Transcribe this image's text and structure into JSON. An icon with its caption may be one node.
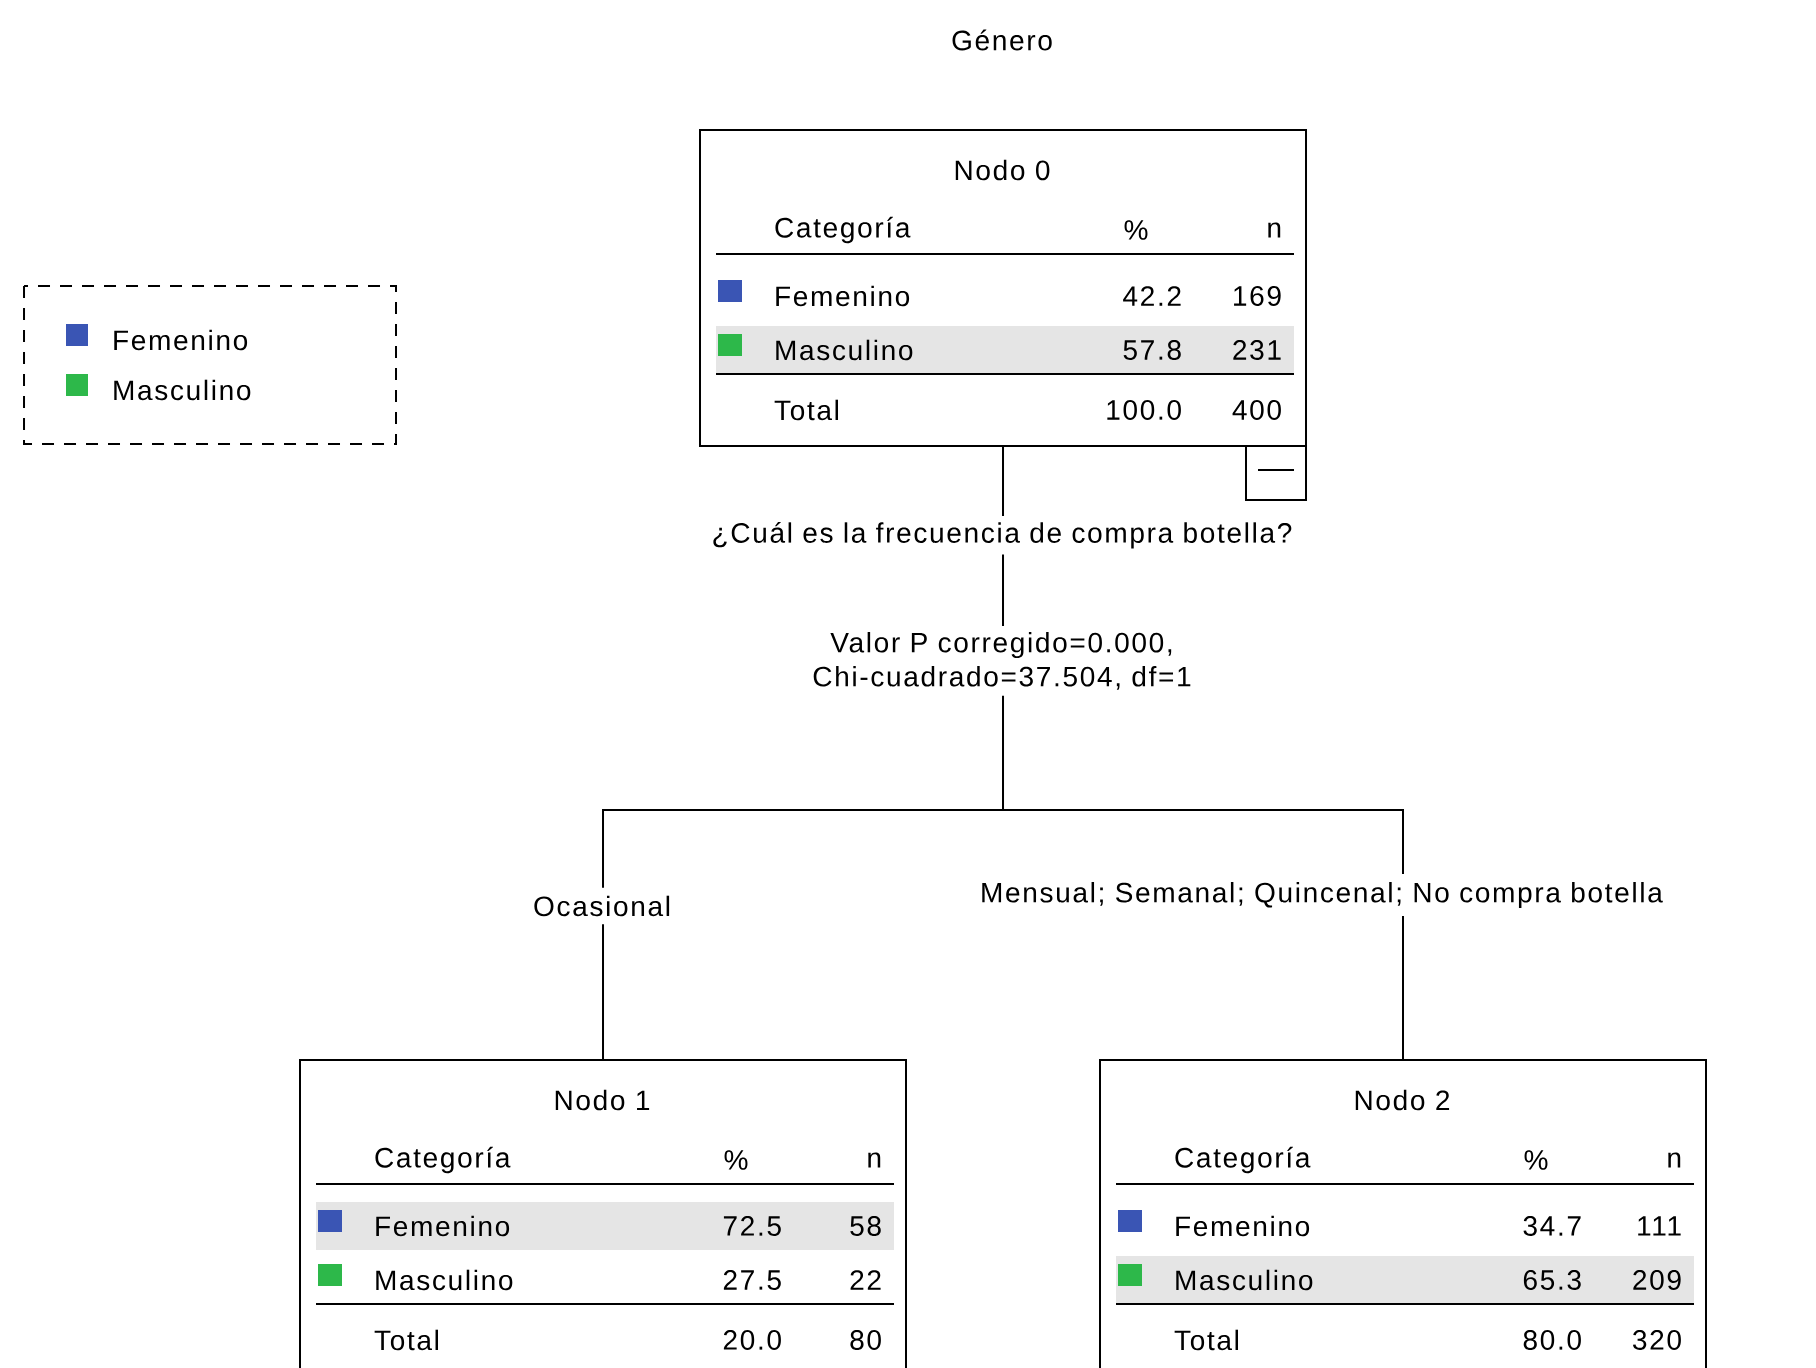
{
  "diagram": {
    "title": "Género",
    "nodes": [
      {
        "text": [
          "Nodo 0",
          "Categoría",
          "%",
          "n",
          "Femenino",
          "42.2",
          "169",
          "Masculino",
          "57.8",
          "231",
          "Total",
          "100.0",
          "400"
        ]
      },
      {
        "text": [
          "Nodo 1",
          "Categoría",
          "%",
          "n",
          "Femenino",
          "72.5",
          "58",
          "Masculino",
          "27.5",
          "22",
          "Total",
          "20.0",
          "80"
        ]
      },
      {
        "text": [
          "Nodo 2",
          "Categoría",
          "%",
          "n",
          "Femenino",
          "34.7",
          "111",
          "Masculino",
          "65.3",
          "209",
          "Total",
          "80.0",
          "320"
        ]
      }
    ],
    "edges": [
      {
        "from": 0,
        "to": 1,
        "arrow": "none",
        "label": "Ocasional"
      },
      {
        "from": 0,
        "to": 2,
        "arrow": "none",
        "label": "Mensual; Semanal; Quincenal; No compra botella"
      }
    ],
    "labels": [
      "¿Cuál es la frecuencia de compra botella?",
      "Valor P corregido=0.000, Chi-cuadrado=37.504, df=1"
    ],
    "legend": [
      {
        "text": "Femenino",
        "color": "#3a55b4"
      },
      {
        "text": "Masculino",
        "color": "#2db84a"
      }
    ]
  }
}
